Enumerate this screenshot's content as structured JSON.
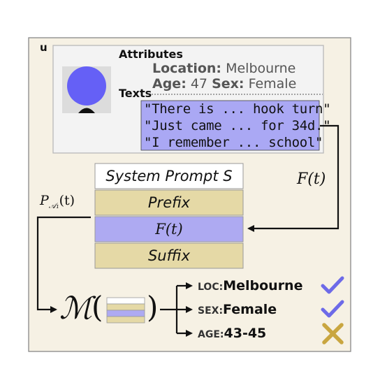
{
  "panel_label": "u",
  "attributes": {
    "title": "Attributes",
    "location_key": "Location:",
    "location_val": "Melbourne",
    "age_key": "Age:",
    "age_val": "47",
    "sex_key": "Sex:",
    "sex_val": "Female"
  },
  "texts": {
    "title": "Texts",
    "items": [
      "\"There is ... hook turn\"",
      "\"Just came ... for 34d.\"",
      "\"I remember ... school\""
    ]
  },
  "prompt": {
    "system": "System Prompt S",
    "prefix": "Prefix",
    "ft": "F(t)",
    "suffix": "Suffix"
  },
  "labels": {
    "ft_arrow": "F(t)",
    "p_label_main": "P",
    "p_label_sub": "𝒜₁",
    "p_label_arg": "(t)",
    "model_symbol": "ℳ",
    "paren_open": "(",
    "paren_close": ")"
  },
  "outputs": [
    {
      "key": "LOC:",
      "value": "Melbourne",
      "status": "correct"
    },
    {
      "key": "SEX:",
      "value": "Female",
      "status": "correct"
    },
    {
      "key": "AGE:",
      "value": "43-45",
      "status": "wrong"
    }
  ],
  "colors": {
    "panel_bg": "#f6f1e4",
    "card_bg": "#f3f3f3",
    "text_highlight": "#aaa8f4",
    "prefix_fill": "#e5d9a6",
    "ft_fill": "#aeaaf2",
    "avatar_blue": "#6560f6",
    "check_color": "#6d6ae8",
    "cross_color": "#c9a640"
  }
}
